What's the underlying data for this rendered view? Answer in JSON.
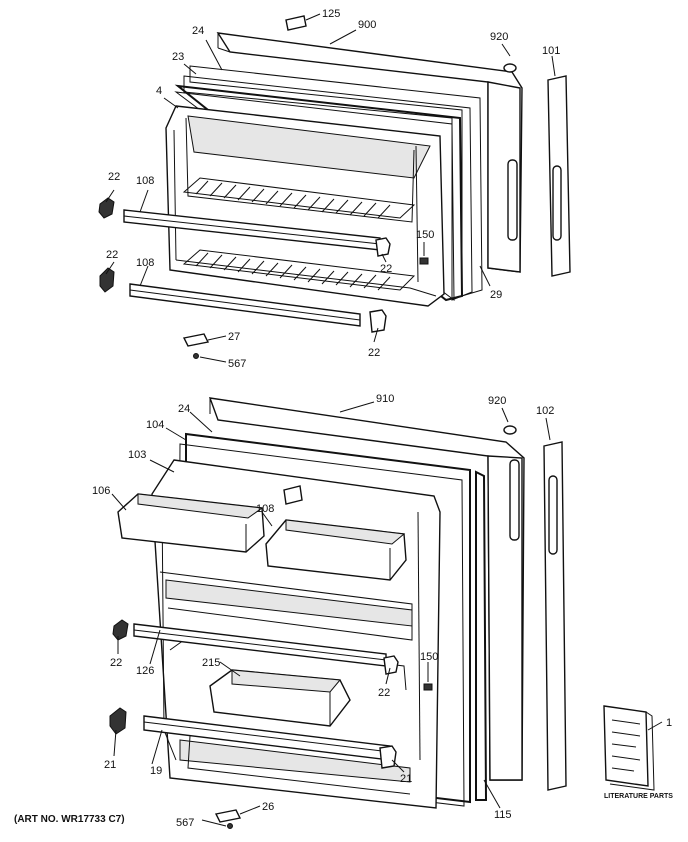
{
  "art_number": "(ART NO. WR17733 C7)",
  "literature_text": "LITERATURE PARTS",
  "callouts": {
    "freezer": {
      "c125": "125",
      "c900": "900",
      "c24": "24",
      "c920": "920",
      "c101": "101",
      "c23": "23",
      "c4": "4",
      "c22a": "22",
      "c108a": "108",
      "c22b": "22",
      "c108b": "108",
      "c150": "150",
      "c22c": "22",
      "c29": "29",
      "c22d": "22",
      "c27": "27",
      "c567": "567"
    },
    "fresh_food": {
      "c910": "910",
      "c920": "920",
      "c102": "102",
      "c24": "24",
      "c104": "104",
      "c103": "103",
      "c106": "106",
      "c108": "108",
      "c22a": "22",
      "c126": "126",
      "c215": "215",
      "c150": "150",
      "c22b": "22",
      "c1": "1",
      "c21a": "21",
      "c19": "19",
      "c21b": "21",
      "c115": "115",
      "c26": "26",
      "c567": "567"
    }
  }
}
